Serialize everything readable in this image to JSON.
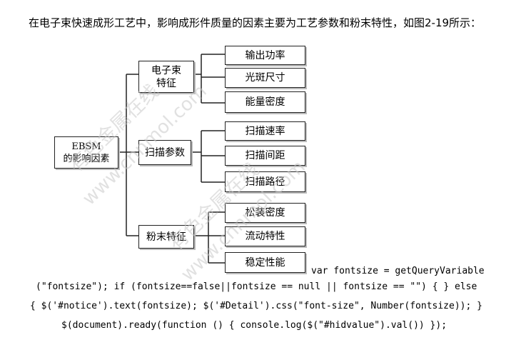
{
  "intro_text": "在电子束快速成形工艺中，影响成形件质量的因素主要为工艺参数和粉末特性，如图2-19所示：",
  "diagram": {
    "root": {
      "line1": "EBSM",
      "line2": "的影响因素"
    },
    "groups": [
      {
        "line1": "电子束",
        "line2": "特征",
        "leaves": [
          "输出功率",
          "光斑尺寸",
          "能量密度"
        ]
      },
      {
        "line1": "扫描参数",
        "line2": "",
        "leaves": [
          "扫描速率",
          "扫描间距",
          "扫描路径"
        ]
      },
      {
        "line1": "粉末特征",
        "line2": "",
        "leaves": [
          "松装密度",
          "流动特性",
          "稳定性能"
        ]
      }
    ]
  },
  "watermark": {
    "brand": "有色金属在线",
    "url": "www.cnnmol.com"
  },
  "script_text": {
    "line1": "var fontsize = getQueryVariable",
    "line2": "(\"fontsize\"); if (fontsize==false||fontsize == null || fontsize == \"\") { } else",
    "line3": "{ $('#notice').text(fontsize); $('#Detail').css(\"font-size\", Number(fontsize)); }",
    "line4": "$(document).ready(function () { console.log($(\"#hidvalue\").val()) });"
  }
}
